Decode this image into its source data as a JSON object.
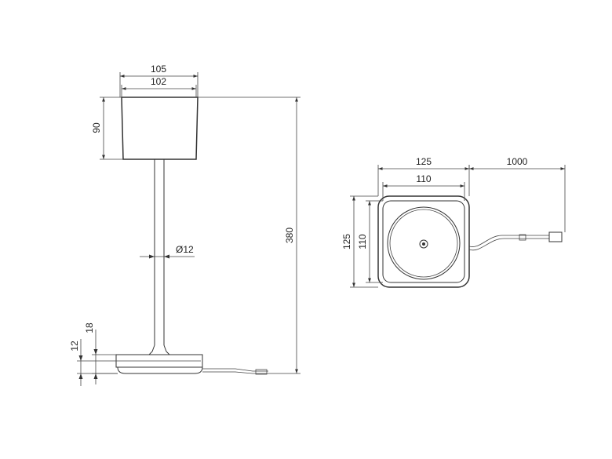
{
  "dimensions": {
    "shade_top_width": "105",
    "shade_bottom_width": "102",
    "shade_height": "90",
    "stem_diameter": "Ø12",
    "total_height": "380",
    "base_height": "18",
    "base_plate_height": "12",
    "top_view_outer_width": "125",
    "top_view_inner_width": "110",
    "cable_length": "1000",
    "top_view_outer_height": "125",
    "top_view_inner_height": "110"
  },
  "colors": {
    "line": "#333333",
    "background": "#ffffff"
  }
}
